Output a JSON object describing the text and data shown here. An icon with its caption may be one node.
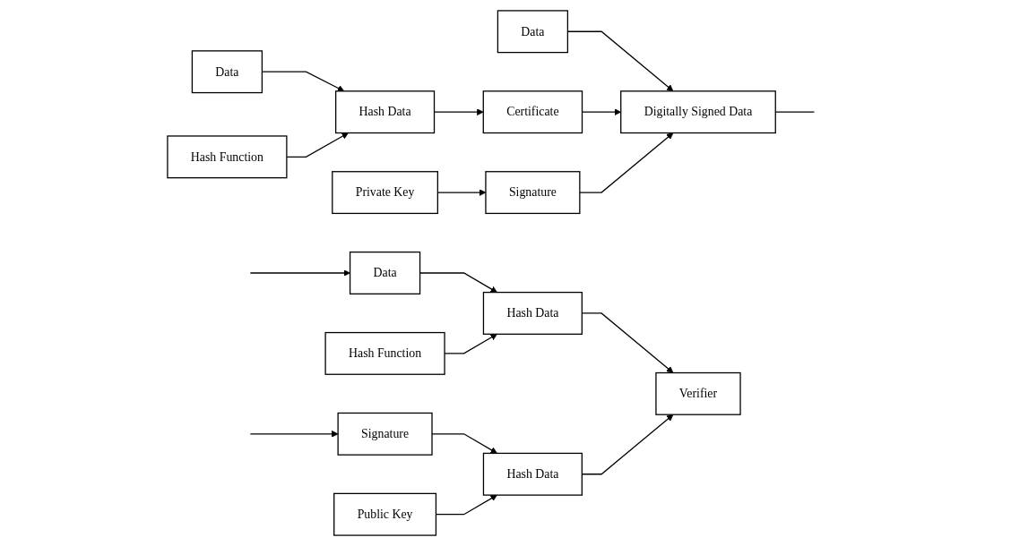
{
  "diagram": {
    "nodes": [
      {
        "text": [
          "Hash Function"
        ]
      },
      {
        "text": [
          "Private Key"
        ]
      },
      {
        "text": [
          "Data"
        ]
      },
      {
        "text": [
          "Data"
        ]
      },
      {
        "text": [
          "Hash Data"
        ]
      },
      {
        "text": [
          "Certificate"
        ]
      },
      {
        "text": [
          "Digitally Signed Data"
        ]
      },
      {
        "text": [
          "Signature"
        ]
      },
      {
        "text": [
          "Hash Function"
        ]
      },
      {
        "text": [
          "Hash Data"
        ]
      },
      {
        "text": [
          "Data"
        ]
      },
      {
        "text": [
          "Verifier"
        ]
      },
      {
        "text": [
          "Hash Data"
        ]
      },
      {
        "text": [
          "Signature"
        ]
      },
      {
        "text": [
          "Public Key"
        ]
      }
    ],
    "edges": [
      {
        "from": 3,
        "to": 4,
        "arrow": "to"
      },
      {
        "from": 0,
        "to": 4,
        "arrow": "to"
      },
      {
        "from": 4,
        "to": 5,
        "arrow": "to"
      },
      {
        "from": 1,
        "to": 7,
        "arrow": "to"
      },
      {
        "from": 2,
        "to": 6,
        "arrow": "to"
      },
      {
        "from": 5,
        "to": 6,
        "arrow": "to"
      },
      {
        "from": 7,
        "to": 6,
        "arrow": "to"
      },
      {
        "from": 6,
        "to": null,
        "arrow": "none"
      },
      {
        "from": null,
        "to": 10,
        "arrow": "to"
      },
      {
        "from": null,
        "to": 13,
        "arrow": "to"
      },
      {
        "from": 10,
        "to": 9,
        "arrow": "to"
      },
      {
        "from": 8,
        "to": 9,
        "arrow": "to"
      },
      {
        "from": 13,
        "to": 12,
        "arrow": "to"
      },
      {
        "from": 14,
        "to": 12,
        "arrow": "to"
      },
      {
        "from": 9,
        "to": 11,
        "arrow": "to"
      },
      {
        "from": 12,
        "to": 11,
        "arrow": "to"
      }
    ]
  }
}
